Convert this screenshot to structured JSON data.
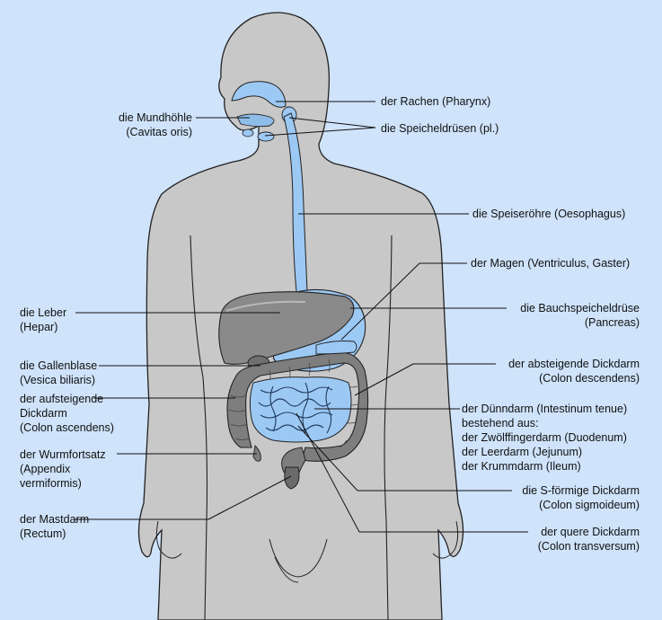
{
  "labels": {
    "mundhoehle": {
      "l1": "die Mundhöhle",
      "l2": "(Cavitas oris)"
    },
    "rachen": {
      "l1": "der Rachen (Pharynx)"
    },
    "speicheldruesen": {
      "l1": "die Speicheldrüsen (pl.)"
    },
    "speiseroehre": {
      "l1": "die Speiseröhre (Oesophagus)"
    },
    "magen": {
      "l1": "der Magen (Ventriculus, Gaster)"
    },
    "leber": {
      "l1": "die Leber",
      "l2": "(Hepar)"
    },
    "bauchspeicheldruese": {
      "l1": "die Bauchspeicheldrüse",
      "l2": "(Pancreas)"
    },
    "gallenblase": {
      "l1": "die Gallenblase",
      "l2": "(Vesica biliaris)"
    },
    "absteigender_dickdarm": {
      "l1": "der absteigende Dickdarm",
      "l2": "(Colon descendens)"
    },
    "aufsteigender_dickdarm": {
      "l1": "der aufsteigende",
      "l2": "Dickdarm",
      "l3": "(Colon ascendens)"
    },
    "duenndarm": {
      "l1": "der Dünndarm (Intestinum tenue)",
      "l2": "bestehend aus:",
      "l3": "der Zwölffingerdarm (Duodenum)",
      "l4": "der Leerdarm (Jejunum)",
      "l5": "der Krummdarm (Ileum)"
    },
    "wurmfortsatz": {
      "l1": "der Wurmfortsatz",
      "l2": "(Appendix",
      "l3": "vermiformis)"
    },
    "s_foermiger_dickdarm": {
      "l1": "die S-förmige Dickdarm",
      "l2": "(Colon sigmoideum)"
    },
    "mastdarm": {
      "l1": "der Mastdarm",
      "l2": "(Rectum)"
    },
    "querer_dickdarm": {
      "l1": "der quere Dickdarm",
      "l2": "(Colon transversum)"
    }
  },
  "colors": {
    "background": "#cfe3fa",
    "body": "#c8c8c8",
    "organ_blue": "#9cc8f4",
    "organ_gray": "#8a8a8a",
    "leader_line": "#111111"
  }
}
